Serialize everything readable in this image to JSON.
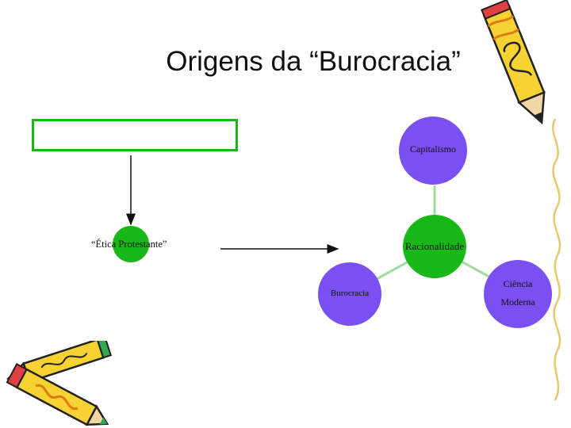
{
  "slide": {
    "title": "Origens da “Burocracia”",
    "etica_label": "“Ética Protestante”"
  },
  "diagram": {
    "nodes": [
      {
        "id": "capitalismo",
        "label": "Capitalismo",
        "color": "#7b50f0"
      },
      {
        "id": "racionalidade",
        "label": "Racionalidade",
        "color": "#18b818"
      },
      {
        "id": "burocracia",
        "label": "Burocracia",
        "color": "#7b50f0"
      },
      {
        "id": "ciencia",
        "label_line1": "Ciência",
        "label_line2": "Moderna",
        "color": "#7b50f0"
      }
    ],
    "edges": [
      [
        "racionalidade",
        "capitalismo"
      ],
      [
        "racionalidade",
        "burocracia"
      ],
      [
        "racionalidade",
        "ciencia"
      ]
    ],
    "accent_green": "#18b818",
    "accent_purple": "#7b50f0"
  },
  "decorations": {
    "top_right_icon": "pencil-icon",
    "bottom_left_icon": "pencils-icon",
    "right_edge": "squiggle-line"
  }
}
